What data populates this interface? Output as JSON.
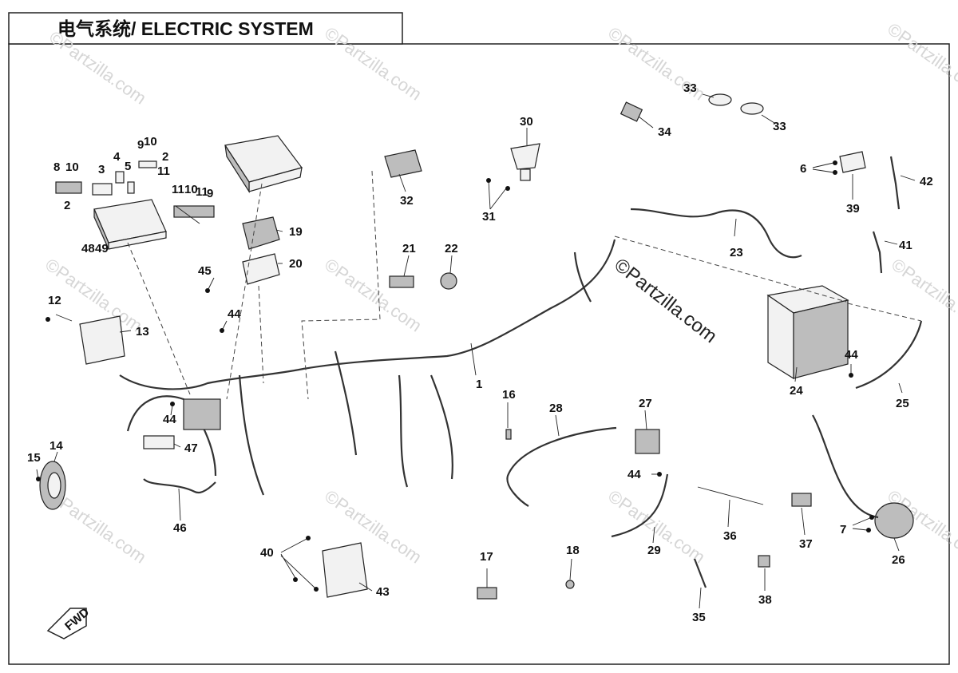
{
  "title": "电气系统/ ELECTRIC SYSTEM",
  "watermark_small": "©Partzilla.com",
  "watermark_main": "©Partzilla.com",
  "fwd_label": "FWD",
  "callouts": [
    {
      "id": "c1",
      "text": "1"
    },
    {
      "id": "c2a",
      "text": "2"
    },
    {
      "id": "c2b",
      "text": "2"
    },
    {
      "id": "c3",
      "text": "3"
    },
    {
      "id": "c4",
      "text": "4"
    },
    {
      "id": "c5",
      "text": "5"
    },
    {
      "id": "c6",
      "text": "6"
    },
    {
      "id": "c7",
      "text": "7"
    },
    {
      "id": "c8",
      "text": "8"
    },
    {
      "id": "c9a",
      "text": "9"
    },
    {
      "id": "c9b",
      "text": "9"
    },
    {
      "id": "c10a",
      "text": "10"
    },
    {
      "id": "c10b",
      "text": "10"
    },
    {
      "id": "c10c",
      "text": "10"
    },
    {
      "id": "c11a",
      "text": "11"
    },
    {
      "id": "c11b",
      "text": "11"
    },
    {
      "id": "c11c",
      "text": "11"
    },
    {
      "id": "c12",
      "text": "12"
    },
    {
      "id": "c13",
      "text": "13"
    },
    {
      "id": "c14",
      "text": "14"
    },
    {
      "id": "c15",
      "text": "15"
    },
    {
      "id": "c16",
      "text": "16"
    },
    {
      "id": "c17",
      "text": "17"
    },
    {
      "id": "c18",
      "text": "18"
    },
    {
      "id": "c19",
      "text": "19"
    },
    {
      "id": "c20",
      "text": "20"
    },
    {
      "id": "c21",
      "text": "21"
    },
    {
      "id": "c22",
      "text": "22"
    },
    {
      "id": "c23",
      "text": "23"
    },
    {
      "id": "c24",
      "text": "24"
    },
    {
      "id": "c25",
      "text": "25"
    },
    {
      "id": "c26",
      "text": "26"
    },
    {
      "id": "c27",
      "text": "27"
    },
    {
      "id": "c28",
      "text": "28"
    },
    {
      "id": "c29",
      "text": "29"
    },
    {
      "id": "c30",
      "text": "30"
    },
    {
      "id": "c31",
      "text": "31"
    },
    {
      "id": "c32",
      "text": "32"
    },
    {
      "id": "c33a",
      "text": "33"
    },
    {
      "id": "c33b",
      "text": "33"
    },
    {
      "id": "c34",
      "text": "34"
    },
    {
      "id": "c35",
      "text": "35"
    },
    {
      "id": "c36",
      "text": "36"
    },
    {
      "id": "c37",
      "text": "37"
    },
    {
      "id": "c38",
      "text": "38"
    },
    {
      "id": "c39",
      "text": "39"
    },
    {
      "id": "c40",
      "text": "40"
    },
    {
      "id": "c41",
      "text": "41"
    },
    {
      "id": "c42",
      "text": "42"
    },
    {
      "id": "c43",
      "text": "43"
    },
    {
      "id": "c44a",
      "text": "44"
    },
    {
      "id": "c44b",
      "text": "44"
    },
    {
      "id": "c44c",
      "text": "44"
    },
    {
      "id": "c44d",
      "text": "44"
    },
    {
      "id": "c45",
      "text": "45"
    },
    {
      "id": "c46",
      "text": "46"
    },
    {
      "id": "c47",
      "text": "47"
    },
    {
      "id": "c48",
      "text": "48"
    },
    {
      "id": "c49",
      "text": "49"
    }
  ]
}
